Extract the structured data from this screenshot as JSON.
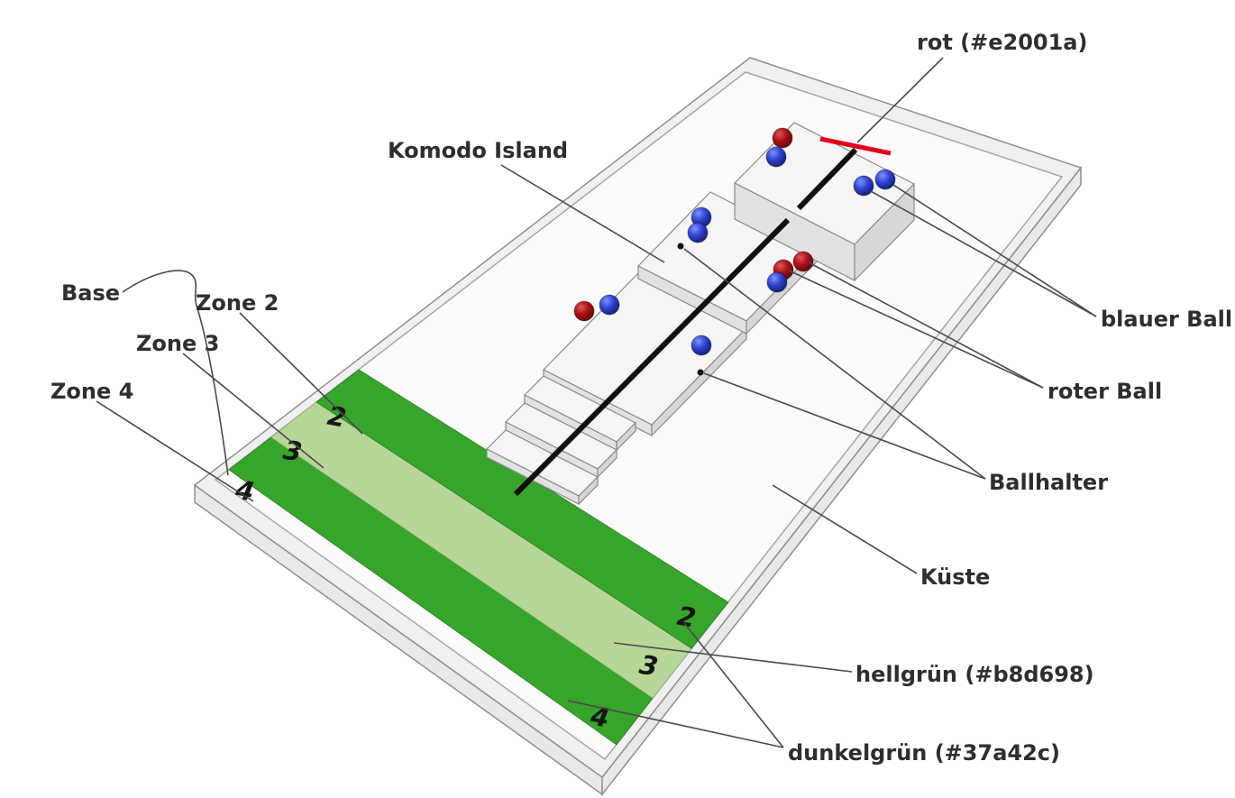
{
  "figure": {
    "type": "annotated-3d-field-diagram",
    "annotations": {
      "rot": "rot (#e2001a)",
      "komodo_island": "Komodo Island",
      "blauer_ball": "blauer Ball",
      "roter_ball": "roter Ball",
      "ballhalter": "Ballhalter",
      "kueste": "Küste",
      "hellgruen": "hellgrün (#b8d698)",
      "dunkelgruen": "dunkelgrün (#37a42c)",
      "base": "Base",
      "zone2": "Zone 2",
      "zone3": "Zone 3",
      "zone4": "Zone 4"
    },
    "zone_numbers": {
      "z2": "2",
      "z3": "3",
      "z4": "4"
    },
    "colors": {
      "rot": "#e2001a",
      "hellgruen": "#b8d698",
      "dunkelgruen": "#37a42c",
      "blauer_ball": "#2e41cf",
      "roter_ball": "#a81016",
      "spielfeld": "#fbfbfb",
      "wand": "#f0f0f0",
      "schwarze_linie": "#101010",
      "leader": "#4a4a4a",
      "text": "#2e2e2e"
    },
    "counts": {
      "rote_baelle": 4,
      "blaue_baelle": 8,
      "ballhalter": 2
    }
  }
}
